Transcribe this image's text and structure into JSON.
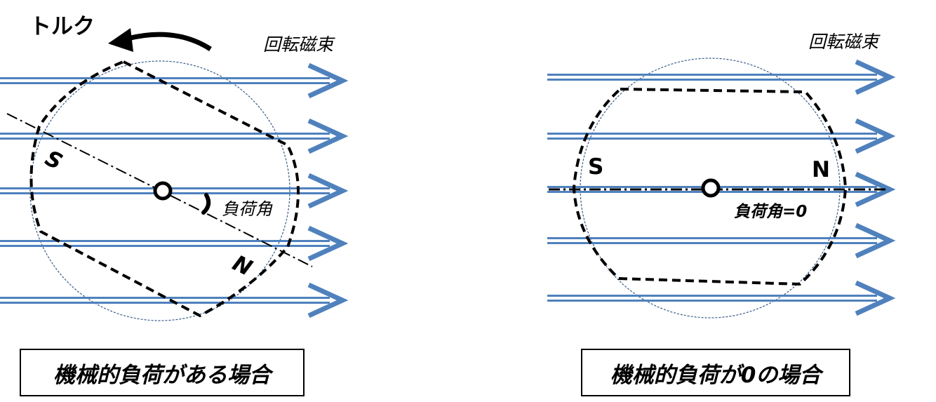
{
  "left": {
    "torque_label": "トルク",
    "flux_label": "回転磁束",
    "pole_s": "S",
    "pole_n": "N",
    "load_angle_label": "負荷角",
    "caption": "機械的負荷がある場合"
  },
  "right": {
    "flux_label": "回転磁束",
    "pole_s": "S",
    "pole_n": "N",
    "load_angle_label": "負荷角=0",
    "caption": "機械的負荷が0の場合"
  },
  "colors": {
    "flux_arrow": "#4f81bd",
    "stator_circle": "#385d8a",
    "rotor_outline": "#000000"
  }
}
